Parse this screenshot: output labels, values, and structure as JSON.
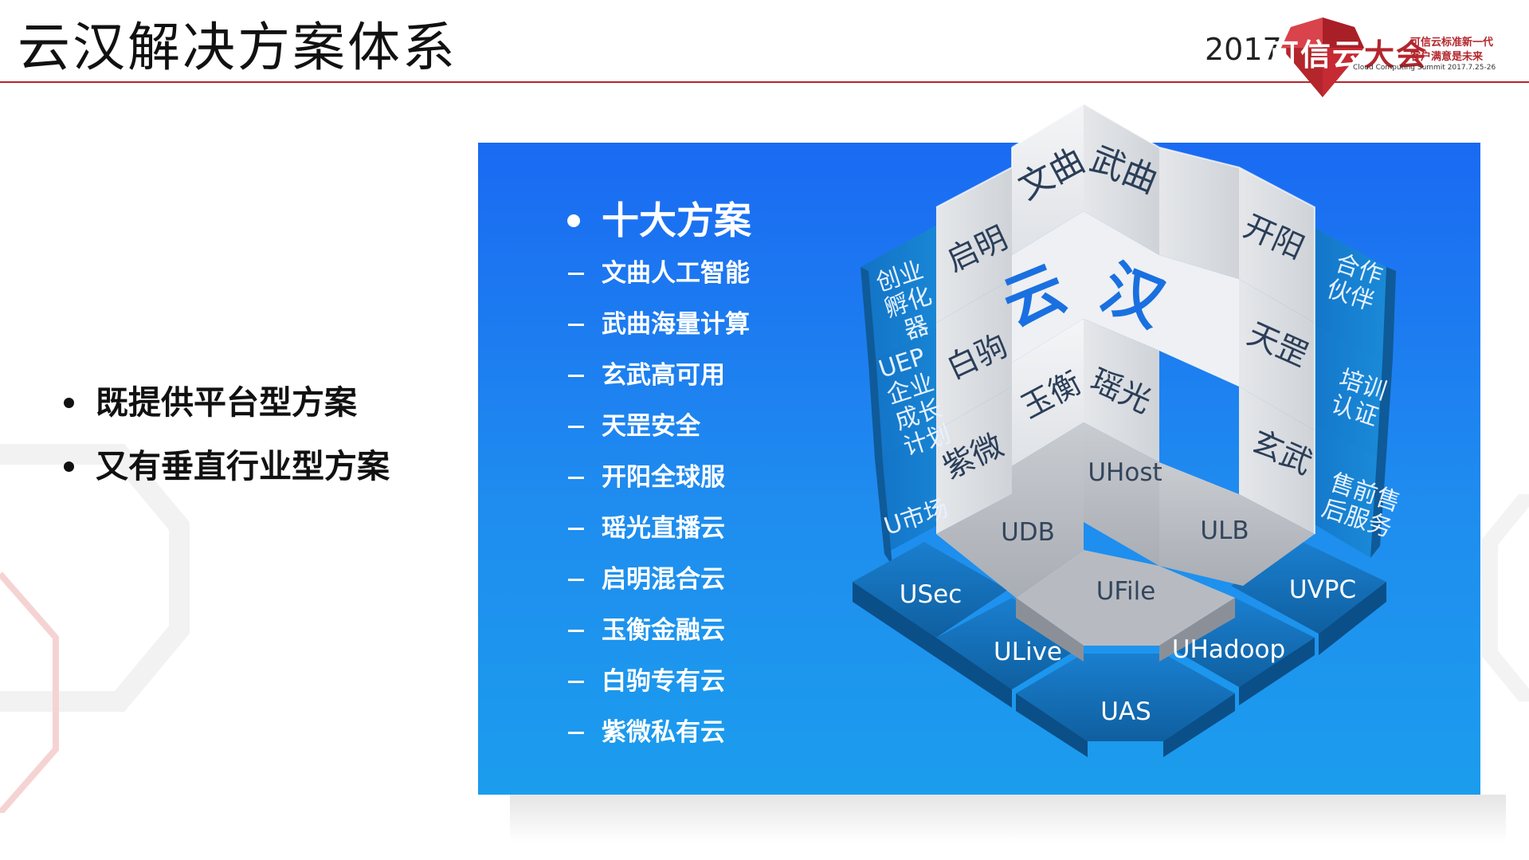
{
  "page_title": "云汉解决方案体系",
  "logo": {
    "year": "2017",
    "name_red": "可信云",
    "name_dark": "大会",
    "slogan_line1": "可信云标准新一代",
    "slogan_line2": "客户满意是未来",
    "summit_en": "Cloud Computing Summit 2017.7.25-26",
    "brand_color": "#b3262c"
  },
  "left_bullets": [
    "既提供平台型方案",
    "又有垂直行业型方案"
  ],
  "panel": {
    "heading": "十大方案",
    "solutions": [
      "文曲人工智能",
      "武曲海量计算",
      "玄武高可用",
      "天罡安全",
      "开阳全球服",
      "瑶光直播云",
      "启明混合云",
      "玉衡金融云",
      "白驹专有云",
      "紫微私有云"
    ],
    "accent_color": "#1a6af2"
  },
  "cube": {
    "center_left": "云",
    "center_right": "汉",
    "tiles": {
      "wenqu": "文曲",
      "wuqu": "武曲",
      "qiming": "启明",
      "kaiyang": "开阳",
      "baiju": "白驹",
      "tiangang": "天罡",
      "yuheng": "玉衡",
      "yaoguang": "瑶光",
      "ziwei": "紫微",
      "xuanwu": "玄武"
    },
    "left_side": [
      "创业孵化器",
      "UEP企业成长计划",
      "U市场"
    ],
    "right_side": [
      "合作伙伴",
      "培训认证",
      "售前售后服务"
    ],
    "products": [
      "UHost",
      "UDB",
      "ULB",
      "UFile",
      "USec",
      "UVPC",
      "ULive",
      "UHadoop",
      "UAS"
    ]
  }
}
